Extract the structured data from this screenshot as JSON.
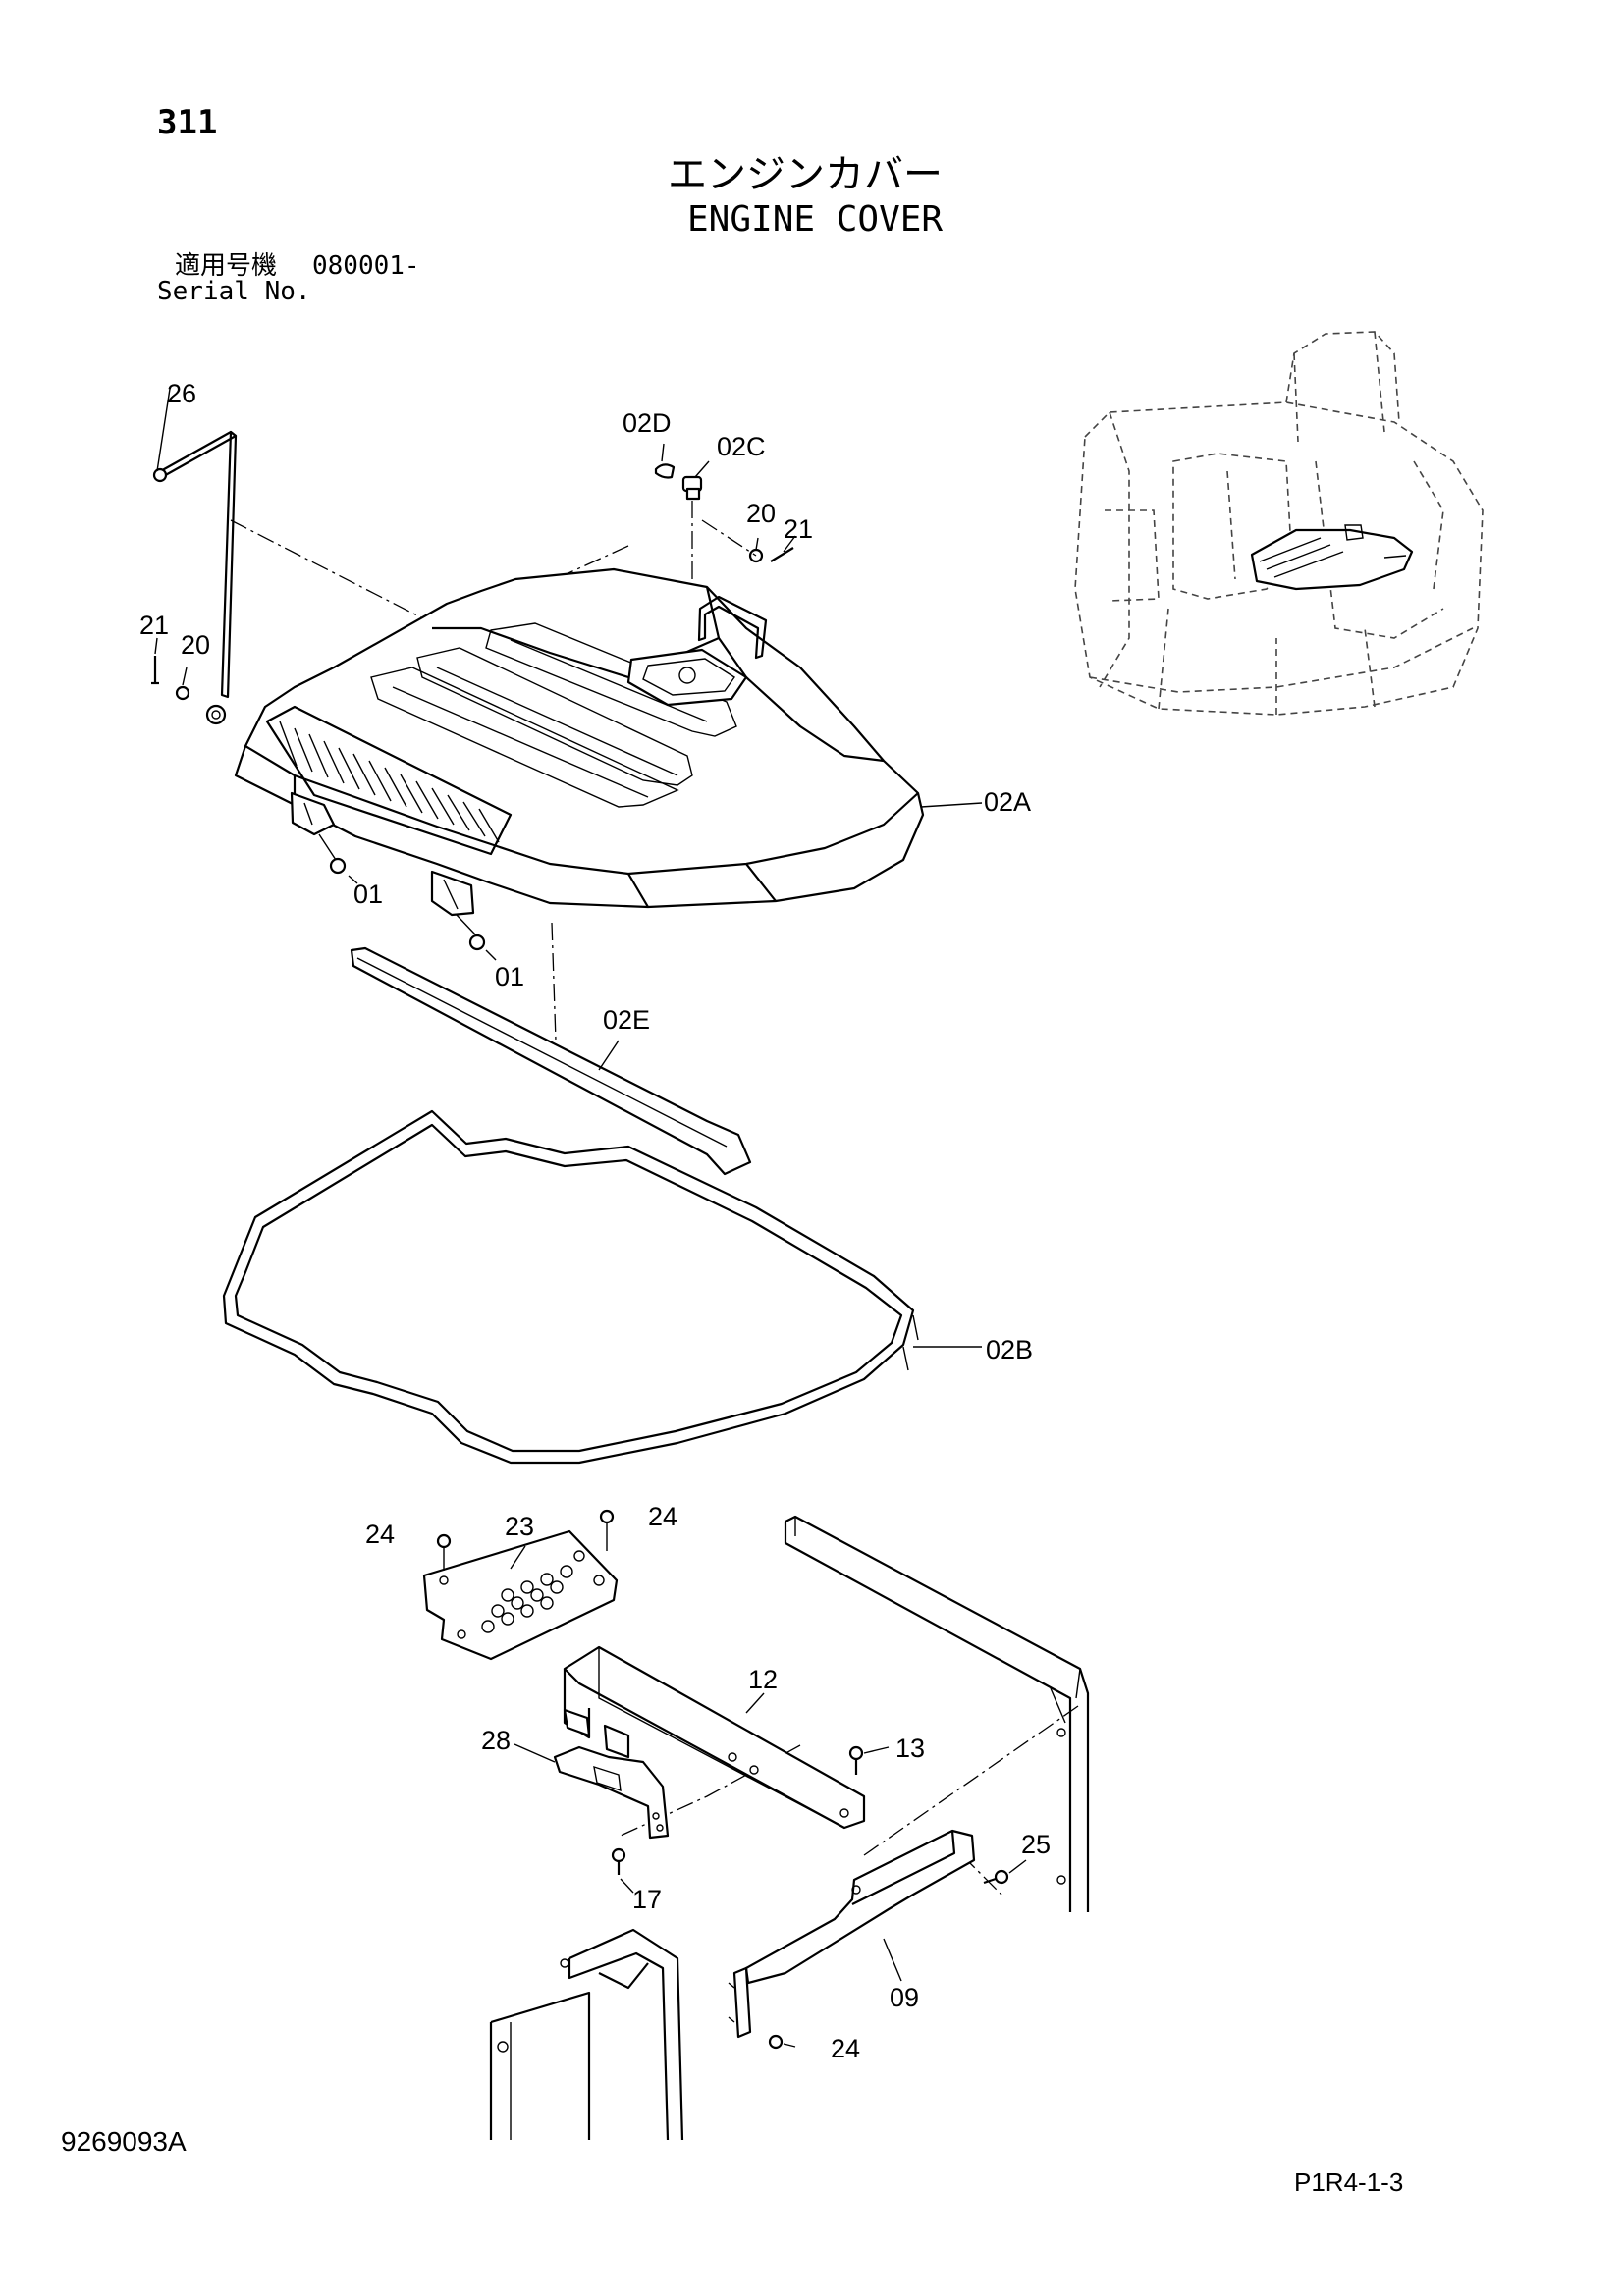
{
  "header": {
    "page_number": "311",
    "title_jp": "エンジンカバー",
    "title_en": "ENGINE COVER",
    "serial_label_jp": "適用号機",
    "serial_value": "080001-",
    "serial_label_en": "Serial No."
  },
  "callouts": [
    {
      "id": "26",
      "label": "26"
    },
    {
      "id": "02D",
      "label": "02D"
    },
    {
      "id": "02C",
      "label": "02C"
    },
    {
      "id": "20a",
      "label": "20"
    },
    {
      "id": "21a",
      "label": "21"
    },
    {
      "id": "21b",
      "label": "21"
    },
    {
      "id": "20b",
      "label": "20"
    },
    {
      "id": "02A",
      "label": "02A"
    },
    {
      "id": "01a",
      "label": "01"
    },
    {
      "id": "01b",
      "label": "01"
    },
    {
      "id": "02E",
      "label": "02E"
    },
    {
      "id": "02B",
      "label": "02B"
    },
    {
      "id": "24a",
      "label": "24"
    },
    {
      "id": "23",
      "label": "23"
    },
    {
      "id": "24b",
      "label": "24"
    },
    {
      "id": "12",
      "label": "12"
    },
    {
      "id": "28",
      "label": "28"
    },
    {
      "id": "13",
      "label": "13"
    },
    {
      "id": "25",
      "label": "25"
    },
    {
      "id": "17",
      "label": "17"
    },
    {
      "id": "09",
      "label": "09"
    },
    {
      "id": "24c",
      "label": "24"
    }
  ],
  "footer": {
    "drawing_code": "9269093A",
    "page_ref": "P1R4-1-3"
  }
}
